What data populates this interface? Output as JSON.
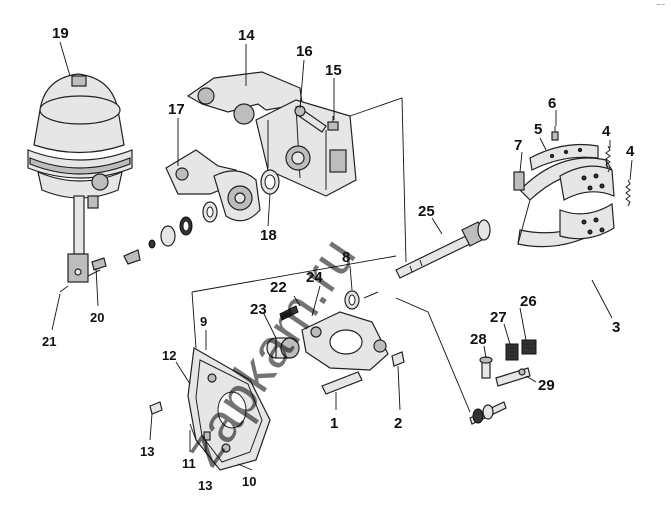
{
  "watermark": "zapkam.ru",
  "corner_mark": "⁻⁻",
  "callouts": {
    "c1": "1",
    "c2": "2",
    "c3": "3",
    "c4a": "4",
    "c4b": "4",
    "c5": "5",
    "c6": "6",
    "c7": "7",
    "c8": "8",
    "c9": "9",
    "c10": "10",
    "c11": "11",
    "c12": "12",
    "c13a": "13",
    "c13b": "13",
    "c14": "14",
    "c15": "15",
    "c16": "16",
    "c17": "17",
    "c18": "18",
    "c19": "19",
    "c20": "20",
    "c21": "21",
    "c22": "22",
    "c23": "23",
    "c24": "24",
    "c25": "25",
    "c26": "26",
    "c27": "27",
    "c28": "28",
    "c29": "29"
  }
}
